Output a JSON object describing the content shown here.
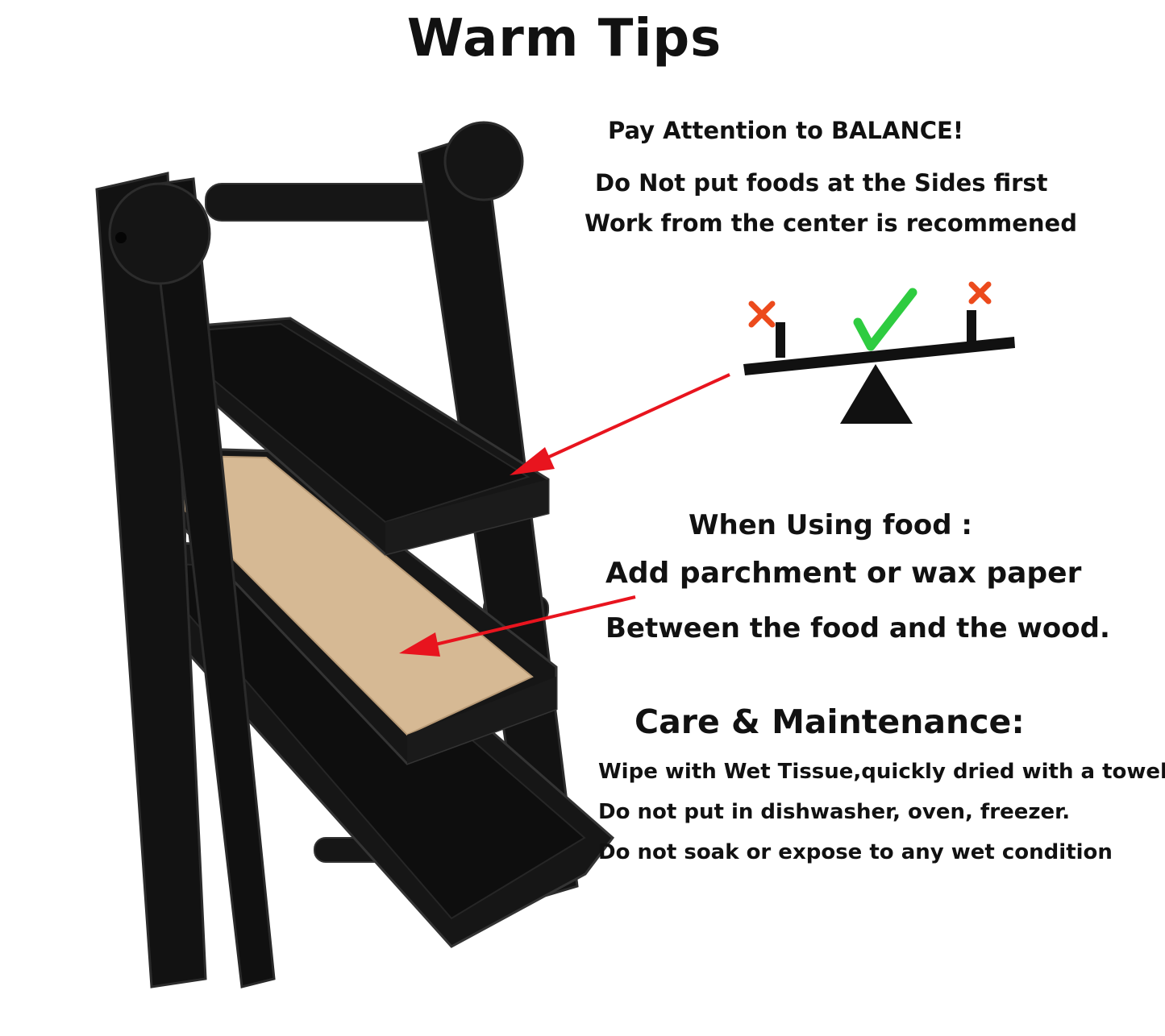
{
  "title": "Warm Tips",
  "balance": {
    "heading": "Pay Attention to BALANCE!",
    "lines": [
      "Do Not put foods at the Sides first",
      "Work from the center is recommened"
    ]
  },
  "food": {
    "heading": "When Using food :",
    "lines": [
      "Add parchment or wax paper",
      "Between the food and the wood."
    ]
  },
  "care": {
    "heading": "Care & Maintenance:",
    "lines": [
      "Wipe with Wet Tissue,quickly dried with a towel",
      "Do not put in dishwasher, oven, freezer.",
      "Do not soak or expose to any wet condition"
    ]
  },
  "colors": {
    "wood": "#141414",
    "wood_edge": "#2e2e2e",
    "parchment": "#d6b994",
    "arrow": "#e8141e",
    "check": "#2ecc40",
    "cross": "#ec4a1c"
  },
  "icons": {
    "correct_mark": "check-icon",
    "wrong_mark": "cross-icon"
  }
}
